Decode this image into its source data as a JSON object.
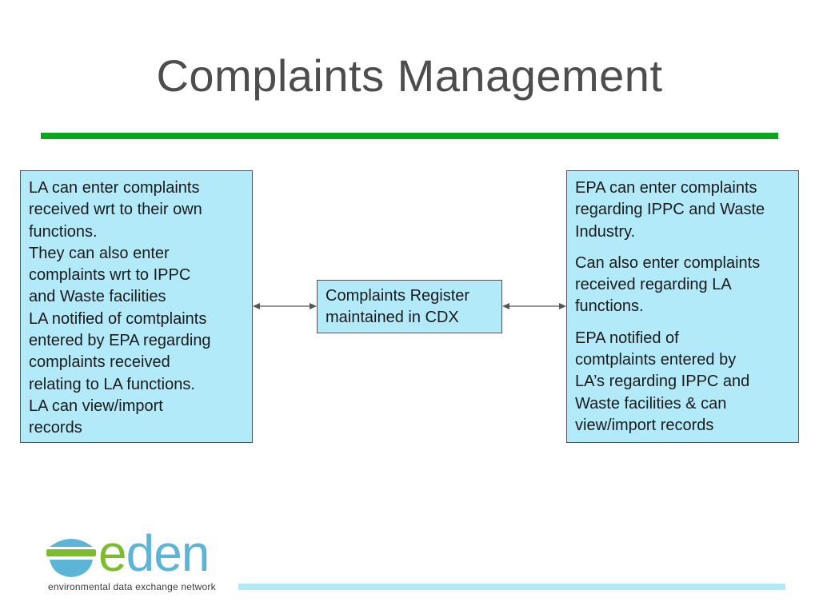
{
  "slide": {
    "title": "Complaints Management"
  },
  "boxes": {
    "left": {
      "lines": [
        "LA can enter complaints",
        "received wrt to their own",
        "functions.",
        "They can also enter",
        "complaints wrt to IPPC",
        "and Waste facilities",
        "LA notified of comtplaints",
        "entered by EPA regarding",
        "complaints received",
        "relating to LA functions.",
        "LA can view/import",
        "records"
      ]
    },
    "center": {
      "lines": [
        "Complaints Register",
        "maintained in CDX"
      ]
    },
    "right": {
      "paragraph1": [
        "EPA can enter complaints",
        "regarding IPPC and Waste",
        "Industry."
      ],
      "paragraph2": [
        "Can also  enter complaints",
        "received regarding LA",
        "functions."
      ],
      "paragraph3": [
        "EPA notified of",
        "comtplaints entered by",
        "LA’s regarding IPPC and",
        "Waste facilities & can",
        "view/import records"
      ]
    }
  },
  "logo": {
    "wordmark_first": "e",
    "wordmark_rest": "den",
    "tagline": "environmental data exchange network"
  },
  "colors": {
    "title_rule": "#0aa51e",
    "box_fill": "#b3eaf9",
    "footer_rule": "#b3eaf9",
    "logo_green": "#7cbd2c",
    "logo_blue": "#5cb5d6",
    "arrow": "#555555"
  },
  "icons": {
    "logo_mark": "eden-logo-icon",
    "arrows": "double-headed-arrow-icon"
  }
}
